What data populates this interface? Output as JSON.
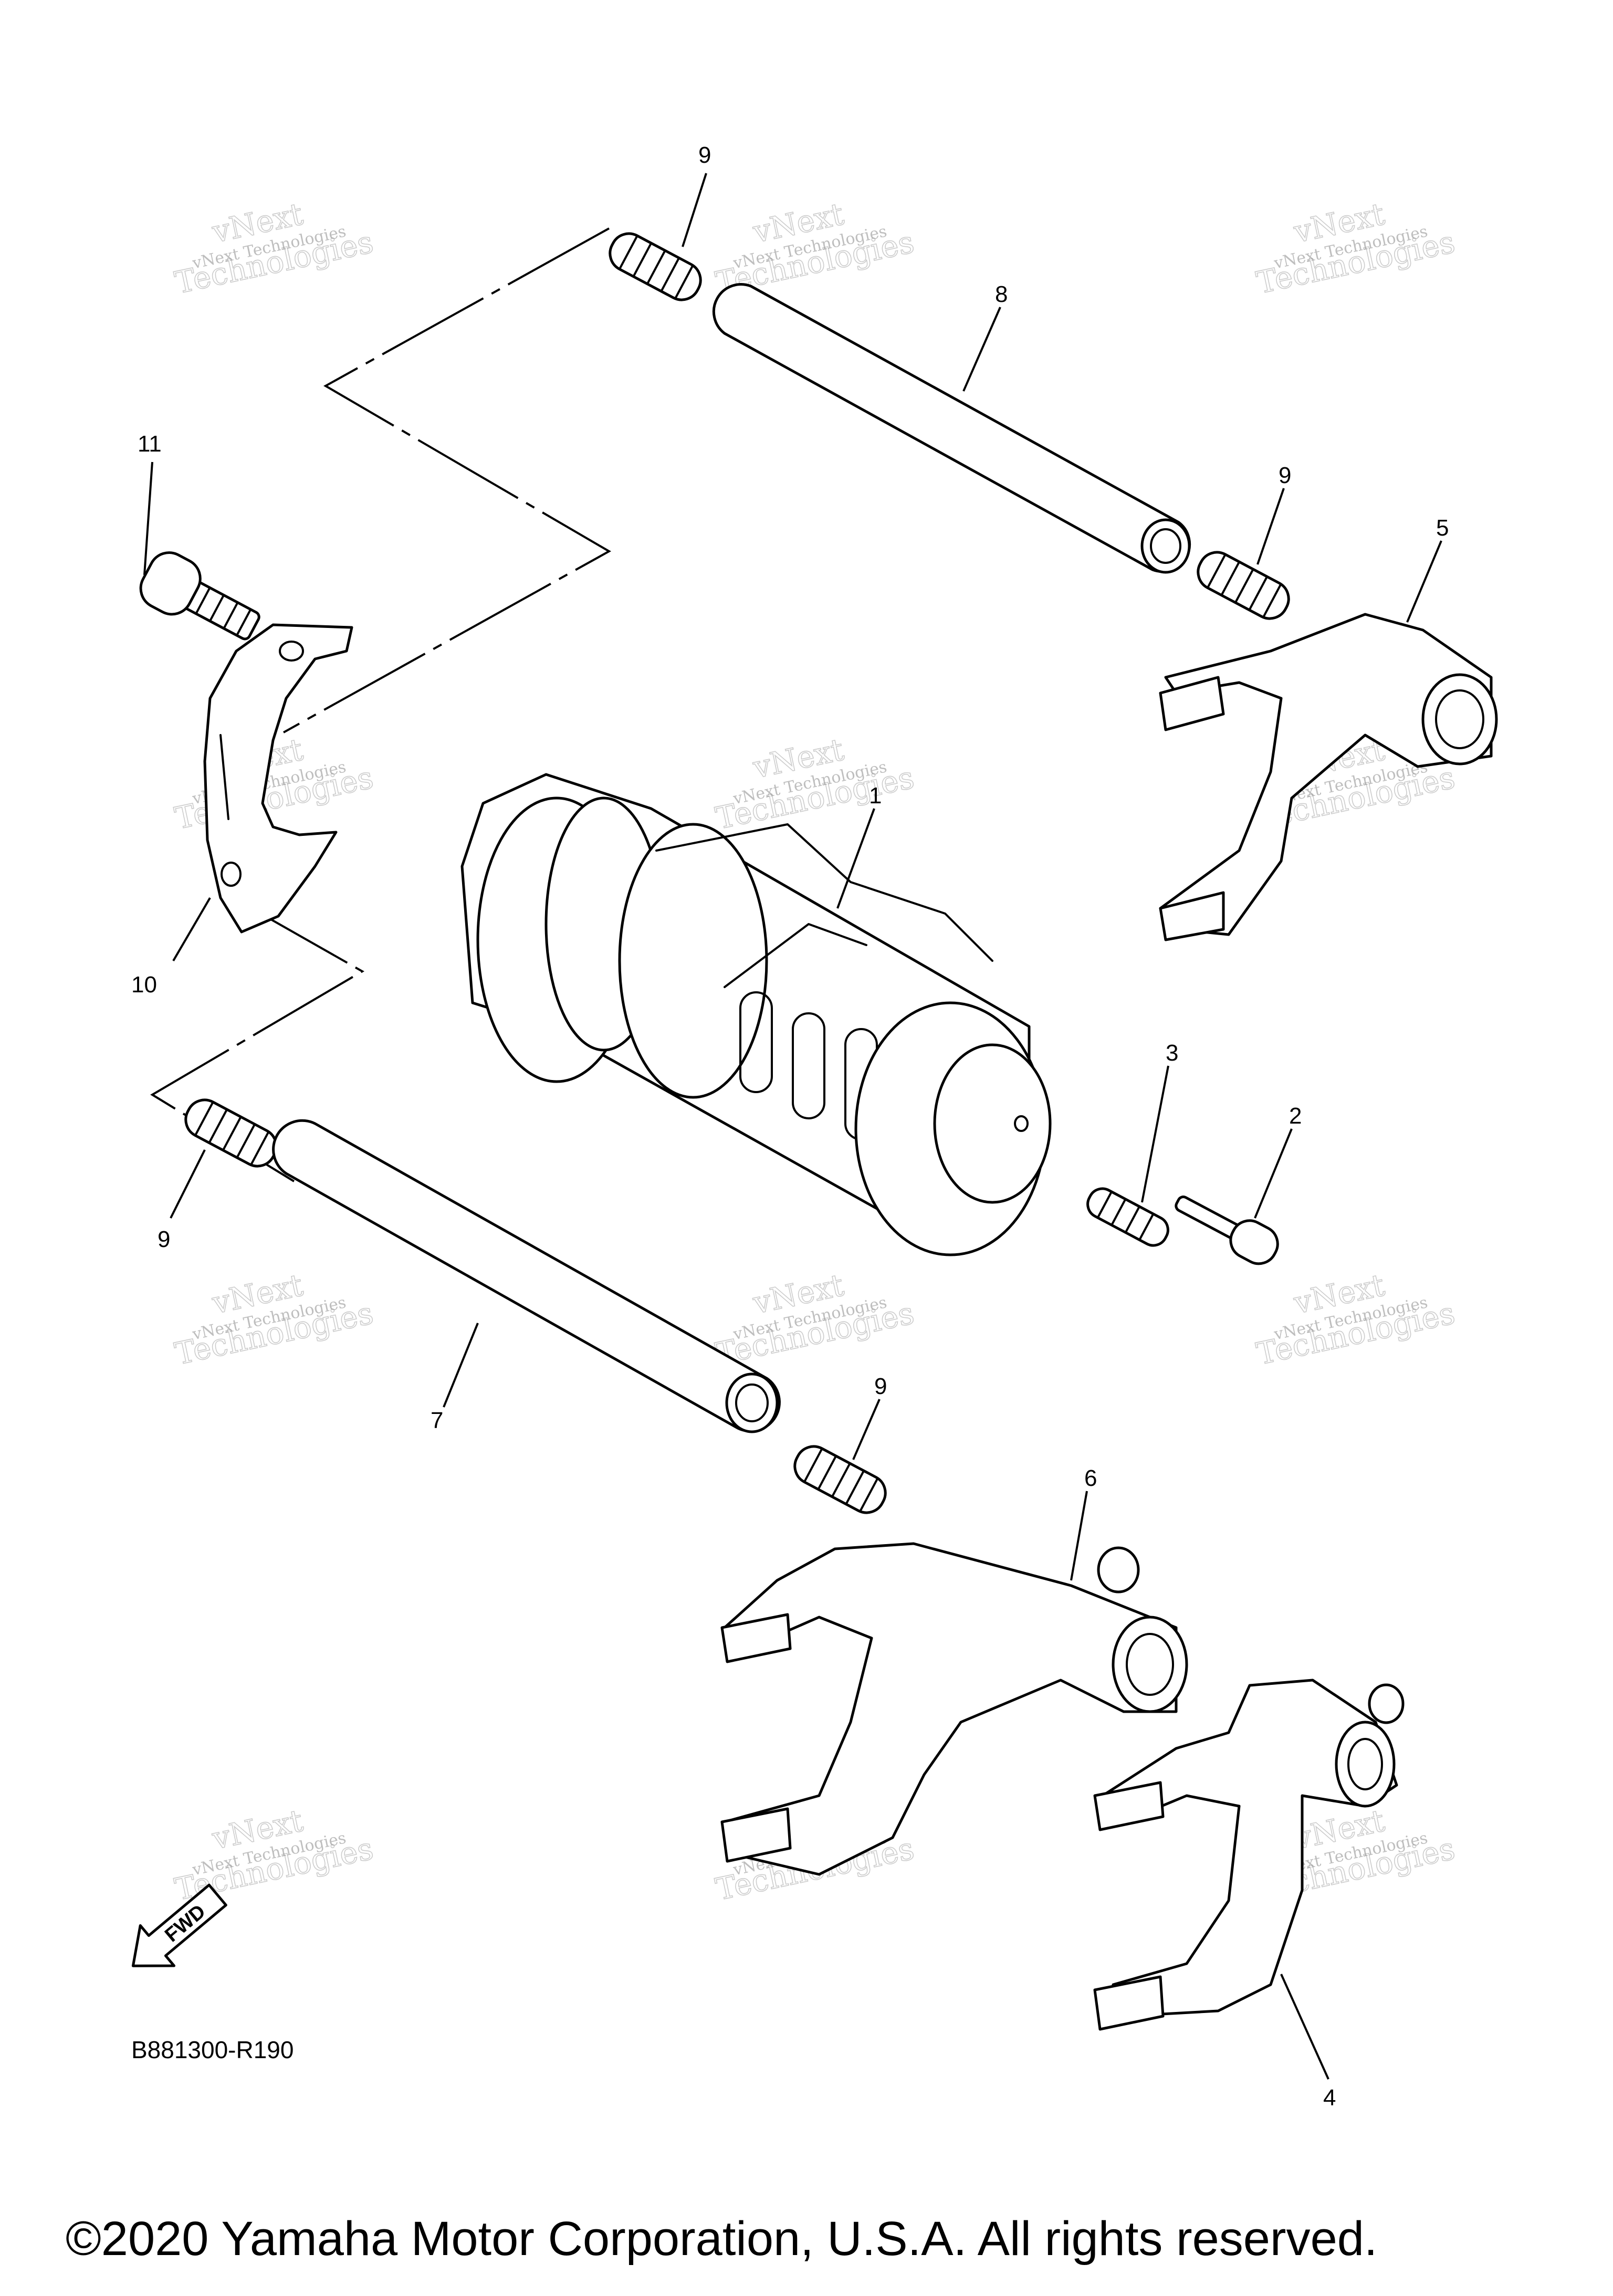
{
  "callouts": {
    "c1": "1",
    "c2": "2",
    "c3": "3",
    "c4": "4",
    "c5": "5",
    "c6": "6",
    "c7": "7",
    "c8": "8",
    "c9a": "9",
    "c9b": "9",
    "c9c": "9",
    "c9d": "9",
    "c10": "10",
    "c11": "11"
  },
  "watermark": {
    "line1": "vNext",
    "line2": "vNext Technologies",
    "line3": "Technologies"
  },
  "fwd_label": "FWD",
  "ref_code": "B881300-R190",
  "copyright": "©2020 Yamaha Motor Corporation, U.S.A. All rights reserved."
}
